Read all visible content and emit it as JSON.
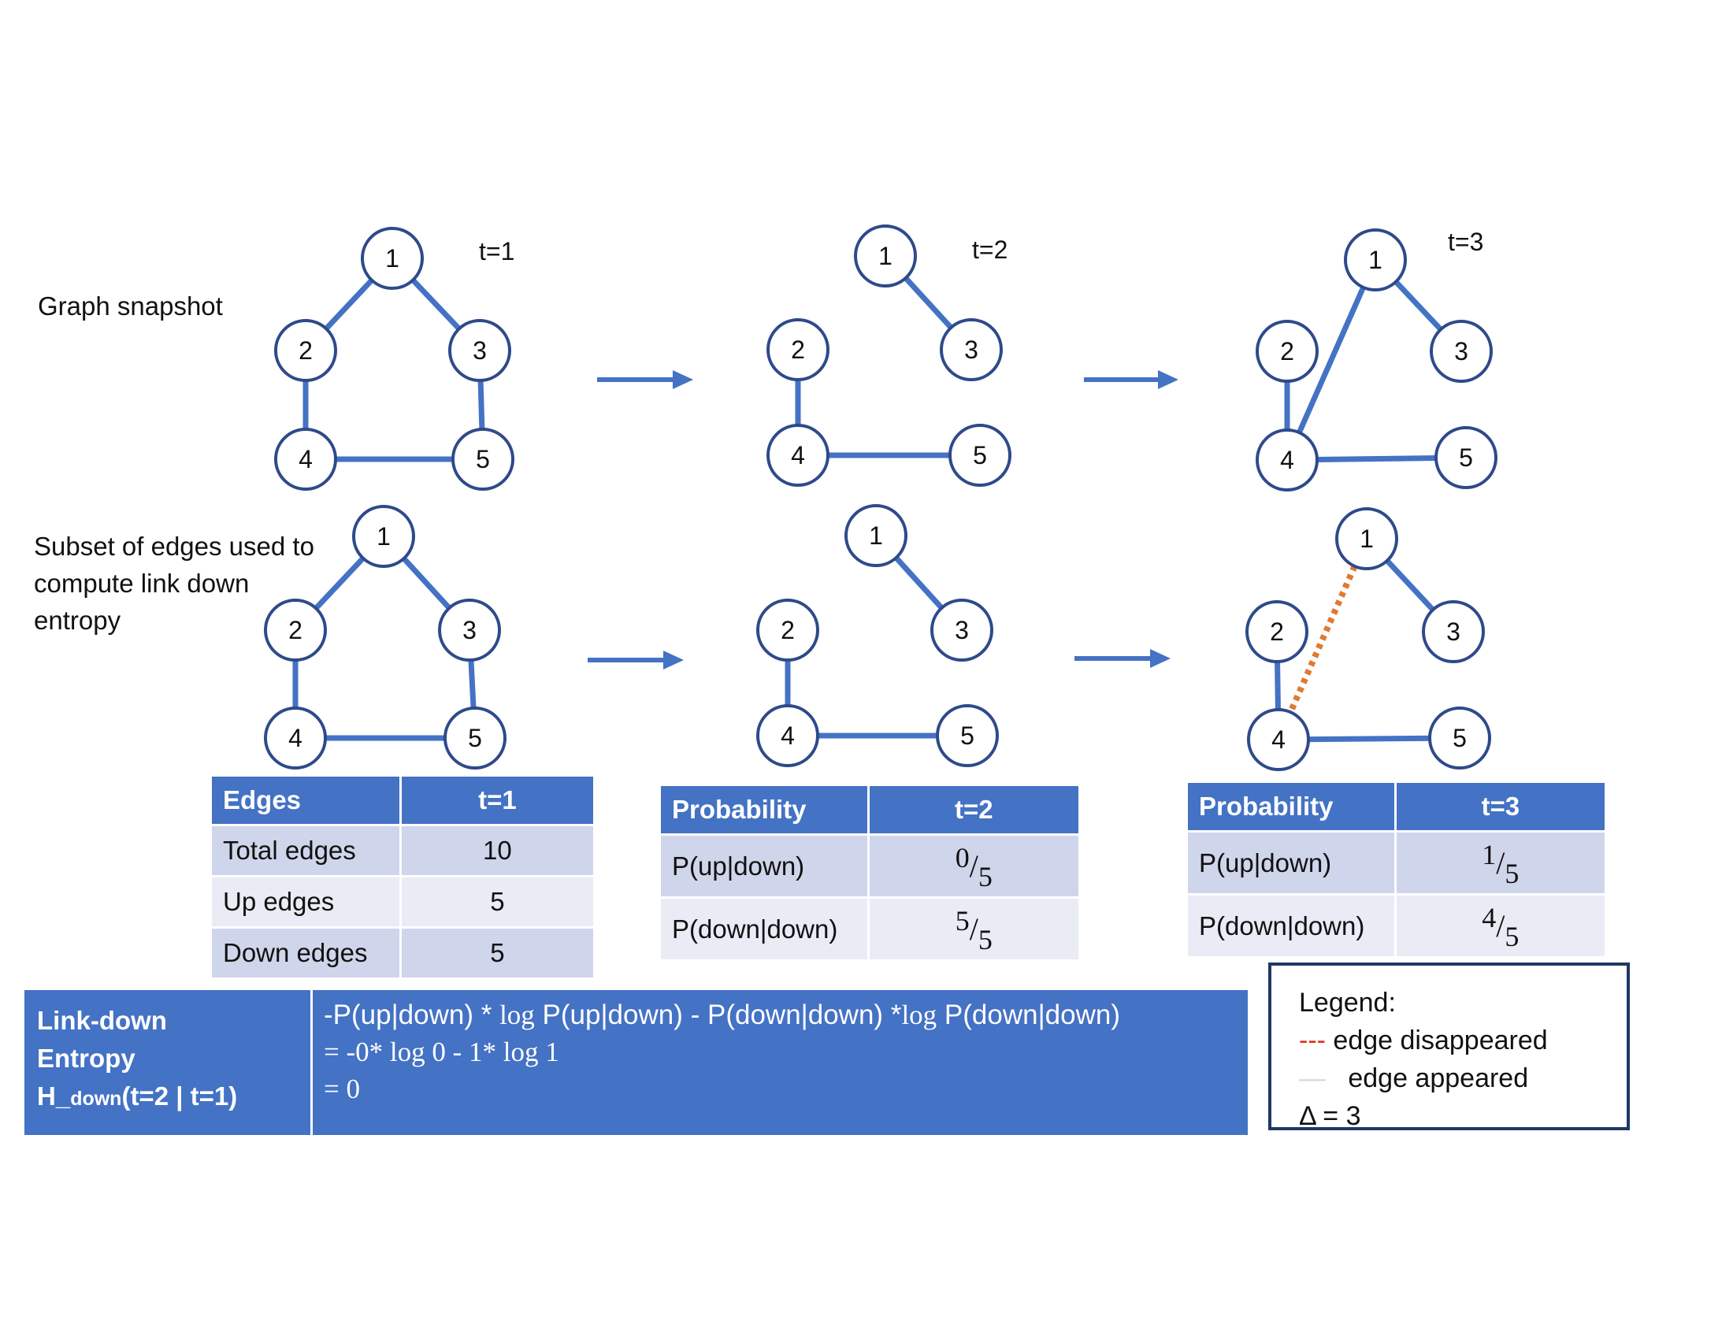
{
  "row_labels": {
    "snapshot": "Graph snapshot",
    "subset": [
      "Subset of edges used to",
      "compute link down",
      "entropy"
    ]
  },
  "time_labels": [
    "t=1",
    "t=2",
    "t=3"
  ],
  "node_labels": [
    "1",
    "2",
    "3",
    "4",
    "5"
  ],
  "graphs": {
    "t1_edges": [
      [
        "1",
        "2"
      ],
      [
        "1",
        "3"
      ],
      [
        "2",
        "4"
      ],
      [
        "3",
        "5"
      ],
      [
        "4",
        "5"
      ]
    ],
    "t2_edges": [
      [
        "1",
        "3"
      ],
      [
        "2",
        "4"
      ],
      [
        "4",
        "5"
      ]
    ],
    "t3_edges": [
      [
        "1",
        "3"
      ],
      [
        "2",
        "4"
      ],
      [
        "4",
        "5"
      ],
      [
        "1",
        "4"
      ]
    ],
    "t3_subset_disappeared": [
      [
        "1",
        "4"
      ]
    ]
  },
  "table_t1": {
    "headers": [
      "Edges",
      "t=1"
    ],
    "rows": [
      {
        "label": "Total edges",
        "value": "10"
      },
      {
        "label": "Up edges",
        "value": "5"
      },
      {
        "label": "Down edges",
        "value": "5"
      }
    ]
  },
  "table_t2": {
    "headers": [
      "Probability",
      "t=2"
    ],
    "rows": [
      {
        "label": "P(up|down)",
        "num": "0",
        "den": "5"
      },
      {
        "label": "P(down|down)",
        "num": "5",
        "den": "5"
      }
    ]
  },
  "table_t3": {
    "headers": [
      "Probability",
      "t=3"
    ],
    "rows": [
      {
        "label": "P(up|down)",
        "num": "1",
        "den": "5"
      },
      {
        "label": "P(down|down)",
        "num": "4",
        "den": "5"
      }
    ]
  },
  "entropy": {
    "title_line1": "Link-down",
    "title_line2": "Entropy",
    "h_prefix": "H_",
    "h_sub": "down",
    "h_suffix": "(t=2 | t=1)",
    "line1_parts": [
      "-P(up|down) * ",
      "log",
      " P(up|down) - P(down|down) *",
      "log",
      " P(down|down)"
    ],
    "line2": "= -0* log 0 - 1* log 1",
    "line3": "= 0"
  },
  "legend": {
    "title": "Legend:",
    "dash_red": "---",
    "item1": "edge disappeared",
    "dash_grey": "—",
    "item2": "edge appeared",
    "delta": "Δ = 3"
  },
  "colors": {
    "edge": "#4472c4",
    "node_stroke": "#2e4a8a",
    "disappeared_edge": "#e07a30",
    "header_fill": "#4472c4",
    "row_odd": "#cfd5ea",
    "row_even": "#e9ebf5"
  }
}
